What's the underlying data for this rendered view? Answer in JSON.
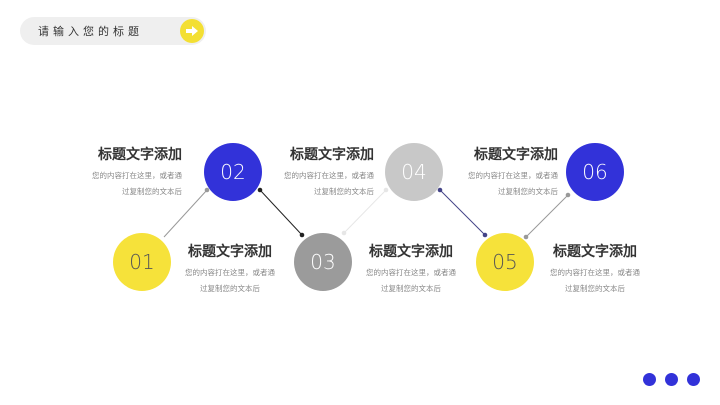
{
  "header": {
    "title": "请输入您的标题",
    "arrow_icon": "arrow-right-icon"
  },
  "steps": [
    {
      "number": "01",
      "heading": "标题文字添加",
      "body_line1": "您的内容打在这里，或者通",
      "body_line2": "过复制您的文本后",
      "color": "#f6e23a"
    },
    {
      "number": "02",
      "heading": "标题文字添加",
      "body_line1": "您的内容打在这里，或者通",
      "body_line2": "过复制您的文本后",
      "color": "#3232d9"
    },
    {
      "number": "03",
      "heading": "标题文字添加",
      "body_line1": "您的内容打在这里，或者通",
      "body_line2": "过复制您的文本后",
      "color": "#9b9b9b"
    },
    {
      "number": "04",
      "heading": "标题文字添加",
      "body_line1": "您的内容打在这里，或者通",
      "body_line2": "过复制您的文本后",
      "color": "#c8c8c8"
    },
    {
      "number": "05",
      "heading": "标题文字添加",
      "body_line1": "您的内容打在这里，或者通",
      "body_line2": "过复制您的文本后",
      "color": "#f6e23a"
    },
    {
      "number": "06",
      "heading": "标题文字添加",
      "body_line1": "您的内容打在这里，或者通",
      "body_line2": "过复制您的文本后",
      "color": "#3232d9"
    }
  ],
  "colors": {
    "blue": "#3232d9",
    "yellow": "#f6e23a",
    "gray": "#9b9b9b",
    "light_gray": "#c8c8c8"
  }
}
